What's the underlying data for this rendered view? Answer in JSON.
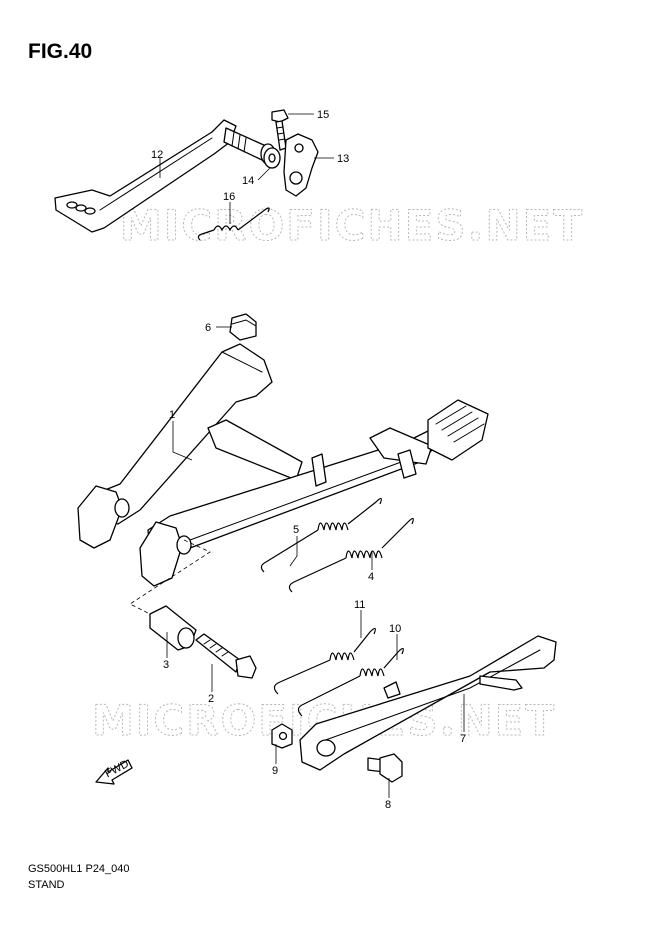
{
  "figure": {
    "title": "FIG.40",
    "model_code": "GS500HL1 P24_040",
    "section_name": "STAND"
  },
  "watermark": {
    "text": "MICROFICHES.NET"
  },
  "fwd_label": "FWD",
  "parts": [
    {
      "ref": "1"
    },
    {
      "ref": "2"
    },
    {
      "ref": "3"
    },
    {
      "ref": "4"
    },
    {
      "ref": "5"
    },
    {
      "ref": "6"
    },
    {
      "ref": "7"
    },
    {
      "ref": "8"
    },
    {
      "ref": "9"
    },
    {
      "ref": "10"
    },
    {
      "ref": "11"
    },
    {
      "ref": "12"
    },
    {
      "ref": "13"
    },
    {
      "ref": "14"
    },
    {
      "ref": "15"
    },
    {
      "ref": "16"
    }
  ]
}
